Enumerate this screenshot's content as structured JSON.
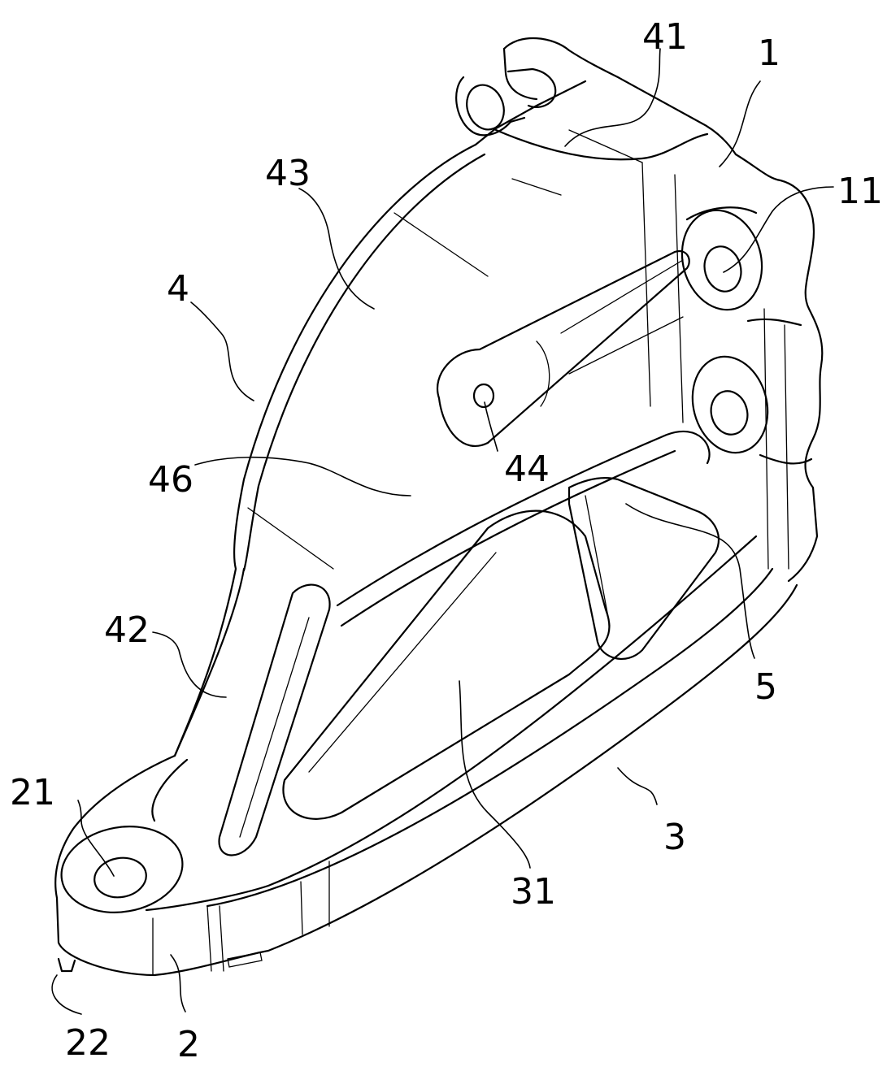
{
  "figure": {
    "labels": {
      "part_1": "1",
      "part_11": "11",
      "part_2": "2",
      "part_21": "21",
      "part_22": "22",
      "part_3": "3",
      "part_31": "31",
      "part_4": "4",
      "part_41": "41",
      "part_42": "42",
      "part_43": "43",
      "part_44": "44",
      "part_46": "46",
      "part_5": "5"
    }
  }
}
